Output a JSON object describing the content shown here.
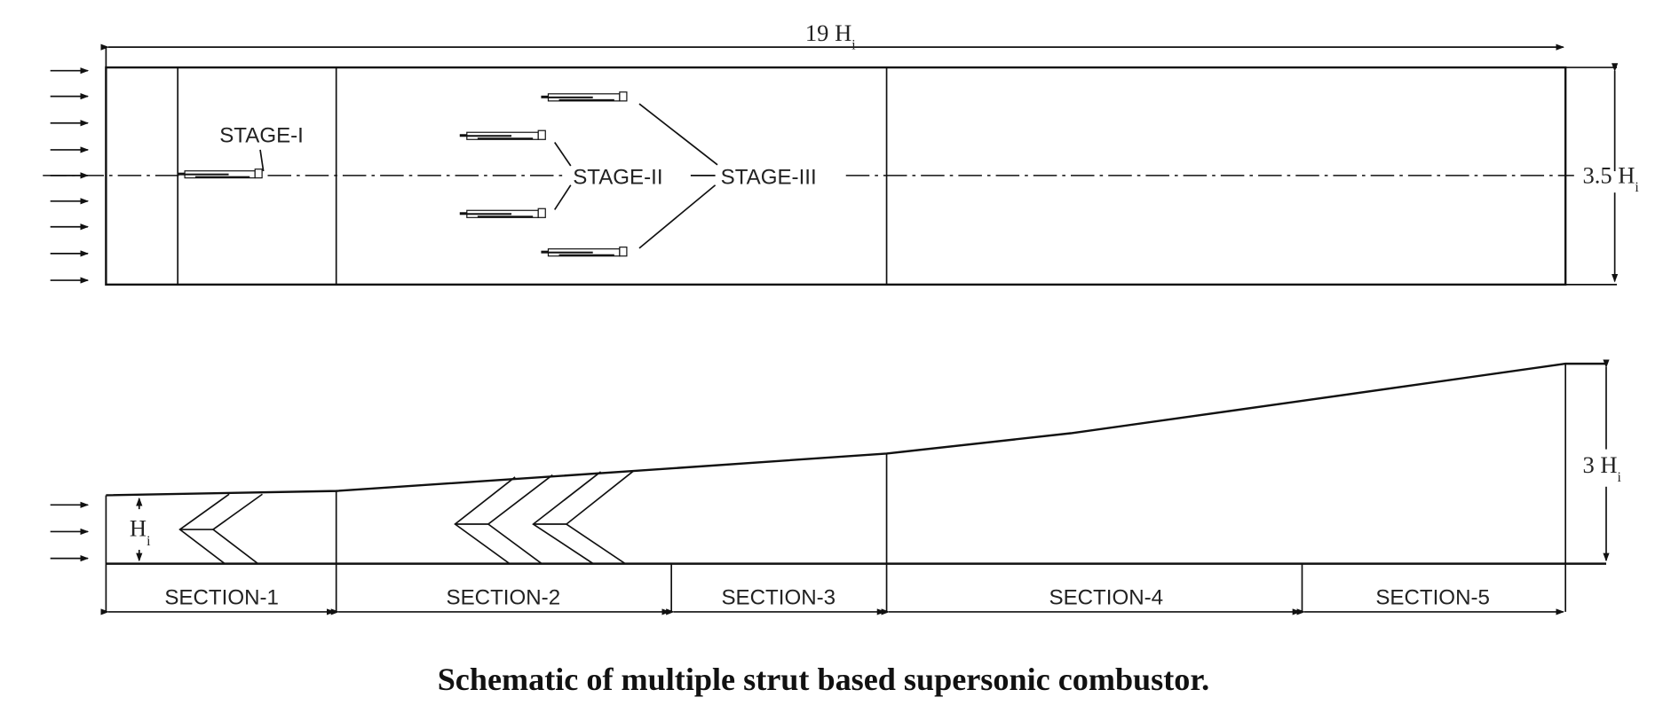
{
  "top_view": {
    "length_dimension": {
      "value": "19",
      "symbol": "H",
      "subscript": "i"
    },
    "height_dimension": {
      "value": "3.5",
      "symbol": "H",
      "subscript": "i"
    },
    "stage_labels": [
      "STAGE-I",
      "STAGE-II",
      "STAGE-III"
    ]
  },
  "side_view": {
    "inlet_height": {
      "symbol": "H",
      "subscript": "i"
    },
    "exit_height": {
      "value": "3",
      "symbol": "H",
      "subscript": "i"
    },
    "sections": [
      "SECTION-1",
      "SECTION-2",
      "SECTION-3",
      "SECTION-4",
      "SECTION-5"
    ]
  },
  "caption": "Schematic of multiple strut based supersonic combustor."
}
